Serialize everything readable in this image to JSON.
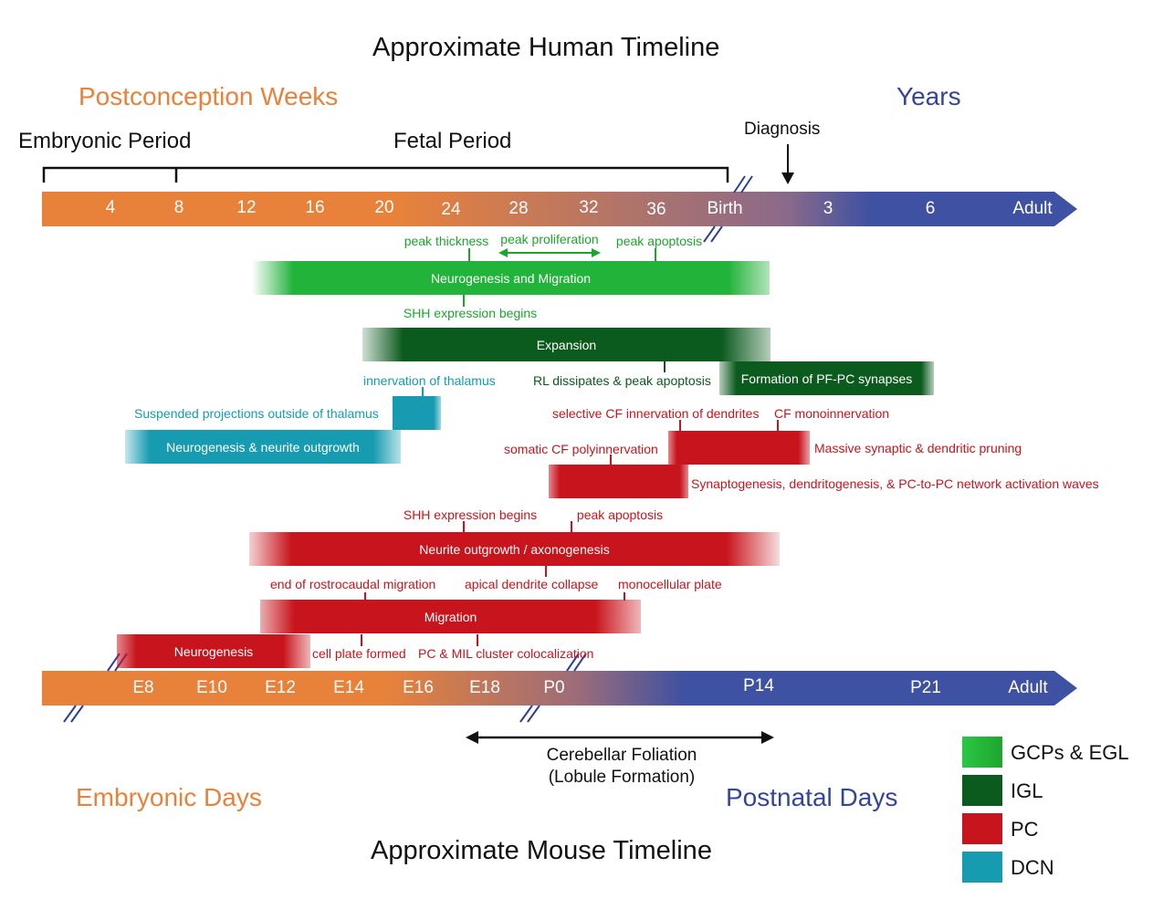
{
  "titles": {
    "human": "Approximate Human Timeline",
    "mouse": "Approximate Mouse Timeline"
  },
  "headers": {
    "postconception_weeks": "Postconception Weeks",
    "years": "Years",
    "embryonic_period": "Embryonic Period",
    "fetal_period": "Fetal Period",
    "diagnosis": "Diagnosis",
    "embryonic_days": "Embryonic Days",
    "postnatal_days": "Postnatal Days",
    "foliation_line1": "Cerebellar Foliation",
    "foliation_line2": "(Lobule Formation)"
  },
  "human_ticks": [
    "4",
    "8",
    "12",
    "16",
    "20",
    "24",
    "28",
    "32",
    "36",
    "Birth",
    "3",
    "6",
    "Adult"
  ],
  "mouse_ticks": [
    "E8",
    "E10",
    "E12",
    "E14",
    "E16",
    "E18",
    "P0",
    "P14",
    "P21",
    "Adult"
  ],
  "bars": {
    "gcp_neurogenesis": "Neurogenesis and Migration",
    "igl_expansion": "Expansion",
    "igl_pfpc": "Formation of PF-PC synapses",
    "dcn_neurogenesis": "Neurogenesis & neurite outgrowth",
    "pc_neurite": "Neurite outgrowth / axonogenesis",
    "pc_migration": "Migration",
    "pc_neurogenesis": "Neurogenesis"
  },
  "events": {
    "peak_thickness": "peak thickness",
    "peak_proliferation": "peak proliferation",
    "peak_apoptosis_gcp": "peak apoptosis",
    "shh_gcp": "SHH expression begins",
    "innervation_thalamus": "innervation of thalamus",
    "rl_dissipates": "RL dissipates & peak apoptosis",
    "suspended_projections": "Suspended projections outside of thalamus",
    "selective_cf": "selective CF innervation of dendrites",
    "cf_mono": "CF monoinnervation",
    "somatic_cf": "somatic CF polyinnervation",
    "massive_pruning": "Massive synaptic & dendritic pruning",
    "synaptogenesis": "Synaptogenesis, dendritogenesis, & PC-to-PC network activation waves",
    "shh_pc": "SHH expression begins",
    "peak_apoptosis_pc": "peak apoptosis",
    "end_rostrocaudal": "end of rostrocaudal migration",
    "apical_collapse": "apical dendrite collapse",
    "monocellular": "monocellular plate",
    "cell_plate": "cell plate formed",
    "pc_mil": "PC & MIL cluster colocalization"
  },
  "legend": [
    {
      "label": "GCPs & EGL",
      "color": "#22b33a"
    },
    {
      "label": "IGL",
      "color": "#0b5a1e"
    },
    {
      "label": "PC",
      "color": "#c8141c"
    },
    {
      "label": "DCN",
      "color": "#169bb0"
    }
  ],
  "colors": {
    "orange": "#e8823a",
    "blue": "#3f51a2",
    "gcp_green": "#22b33a",
    "igl_green": "#0b5a1e",
    "pc_red": "#c8141c",
    "dcn_teal": "#169bb0"
  }
}
